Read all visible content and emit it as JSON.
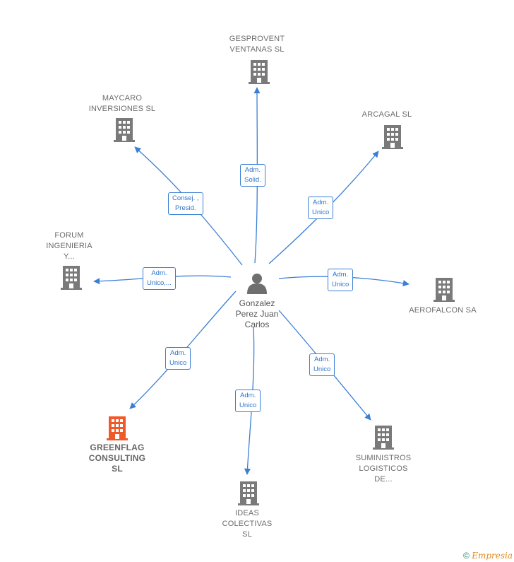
{
  "center": {
    "name": "Gonzalez\nPerez Juan\nCarlos",
    "icon": "person-icon"
  },
  "colors": {
    "edge": "#3a7fd5",
    "building": "#7a7a7a",
    "focus_building": "#f05a28"
  },
  "nodes": [
    {
      "id": "gesprovent",
      "label": "GESPROVENT\nVENTANAS  SL",
      "relation": "Adm.\nSolid.",
      "focus": false
    },
    {
      "id": "maycaro",
      "label": "MAYCARO\nINVERSIONES SL",
      "relation": "Consej. ,\nPresid.",
      "focus": false
    },
    {
      "id": "arcagal",
      "label": "ARCAGAL SL",
      "relation": "Adm.\nUnico",
      "focus": false
    },
    {
      "id": "forum",
      "label": "FORUM\nINGENIERIA\nY...",
      "relation": "Adm.\nUnico,...",
      "focus": false
    },
    {
      "id": "aerofalcon",
      "label": "AEROFALCON SA",
      "relation": "Adm.\nUnico",
      "focus": false
    },
    {
      "id": "greenflag",
      "label": "GREENFLAG\nCONSULTING\nSL",
      "relation": "Adm.\nUnico",
      "focus": true
    },
    {
      "id": "ideas",
      "label": "IDEAS\nCOLECTIVAS\nSL",
      "relation": "Adm.\nUnico",
      "focus": false
    },
    {
      "id": "suministros",
      "label": "SUMINISTROS\nLOGISTICOS\nDE...",
      "relation": "Adm.\nUnico",
      "focus": false
    }
  ],
  "footer": {
    "copyright": "©",
    "brand": "Empresia"
  }
}
